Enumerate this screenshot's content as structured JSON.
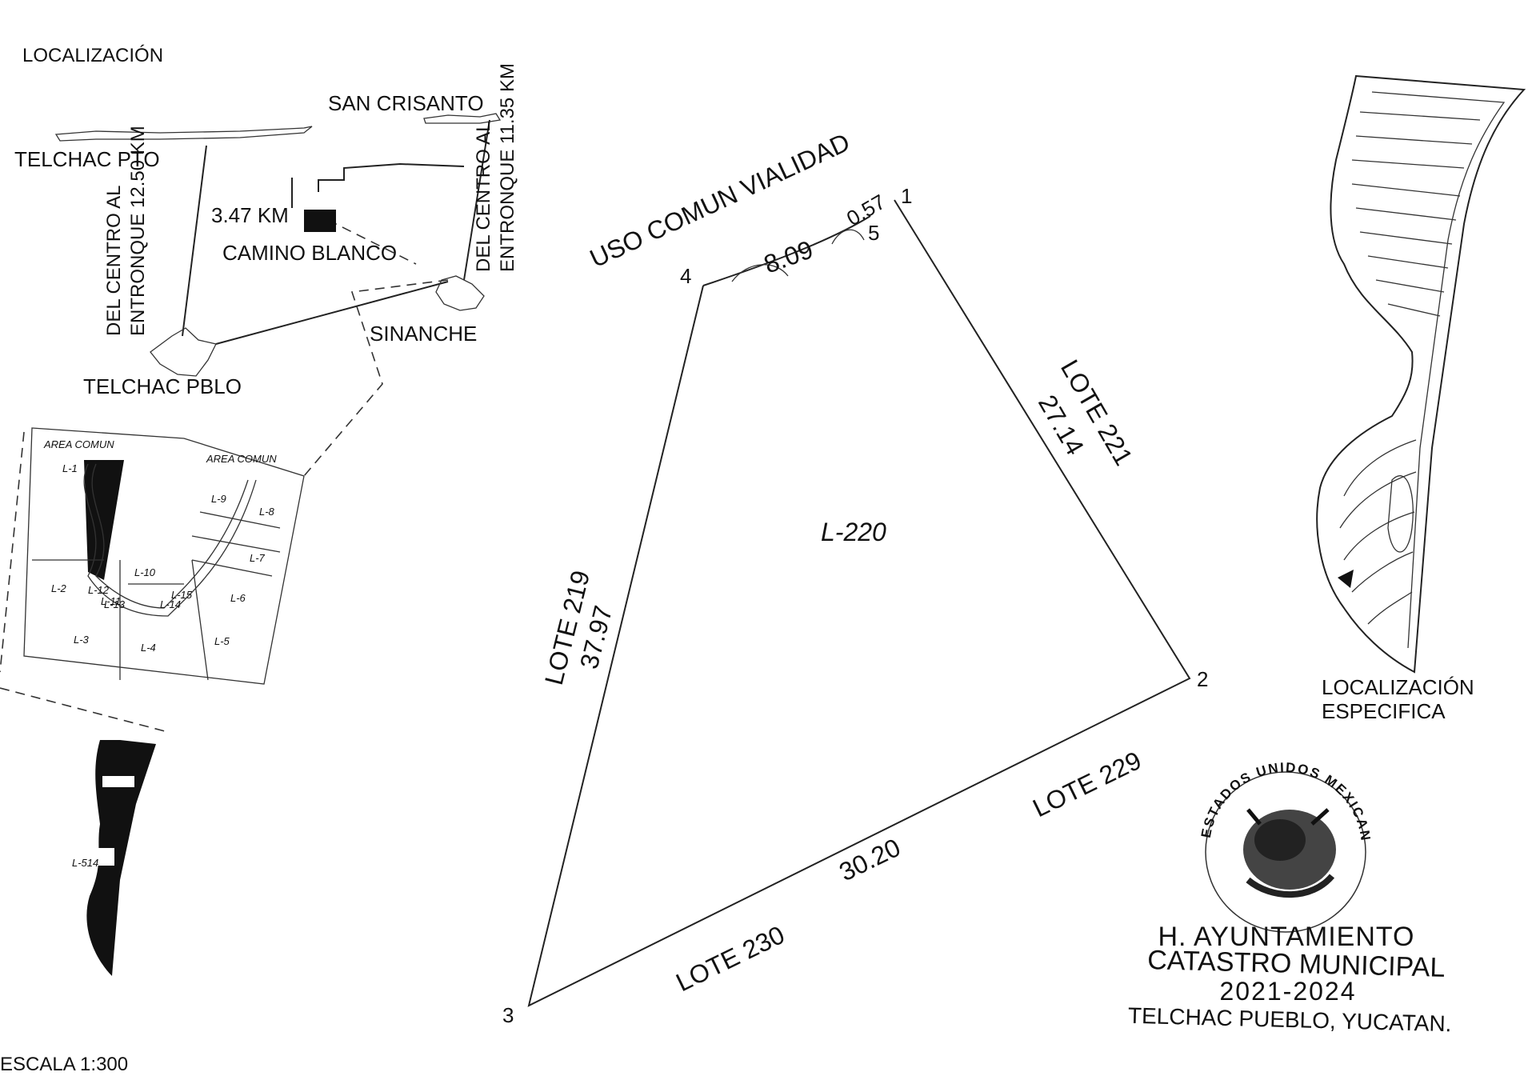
{
  "location": {
    "title": "LOCALIZACIÓN",
    "towns": [
      "SAN CRISANTO",
      "TELCHAC PTO",
      "TELCHAC PBLO",
      "SINANCHE",
      "CAMINO BLANCO"
    ],
    "distance": "3.47 KM",
    "road_left": [
      "DEL CENTRO AL",
      "ENTRONQUE 12.50 KM"
    ],
    "road_right": [
      "DEL CENTRO AL",
      "ENTRONQUE 11.35 KM"
    ]
  },
  "inset": {
    "areas": [
      "AREA COMUN",
      "AREA COMUN"
    ],
    "lots": [
      "L-1",
      "L-2",
      "L-3",
      "L-4",
      "L-5",
      "L-6",
      "L-7",
      "L-8",
      "L-9",
      "L-10",
      "L-11",
      "L-12",
      "L-13",
      "L-14",
      "L-15"
    ],
    "lower_lot": "L-514"
  },
  "plot": {
    "name": "L-220",
    "vertices": [
      "1",
      "2",
      "3",
      "4",
      "5"
    ],
    "top_label": "USO COMUN VIALIDAD",
    "arc_lengths": [
      "8.09",
      "0.57"
    ],
    "neighbors": {
      "right": {
        "label": "LOTE 221",
        "length": "27.14"
      },
      "left": {
        "label": "LOTE 219",
        "length": "37.97"
      },
      "bottom_right": {
        "label": "LOTE 229"
      },
      "bottom_left": {
        "label": "LOTE 230"
      },
      "bottom_length": "30.20"
    }
  },
  "specific": [
    "LOCALIZACIÓN",
    "ESPECIFICA"
  ],
  "seal_text": "ESTADOS UNIDOS MEXICANOS",
  "authority": {
    "line1": "H. AYUNTAMIENTO",
    "line2": "CATASTRO MUNICIPAL",
    "line3": "2021-2024",
    "line4": "TELCHAC PUEBLO, YUCATAN."
  },
  "scale": "ESCALA 1:300"
}
